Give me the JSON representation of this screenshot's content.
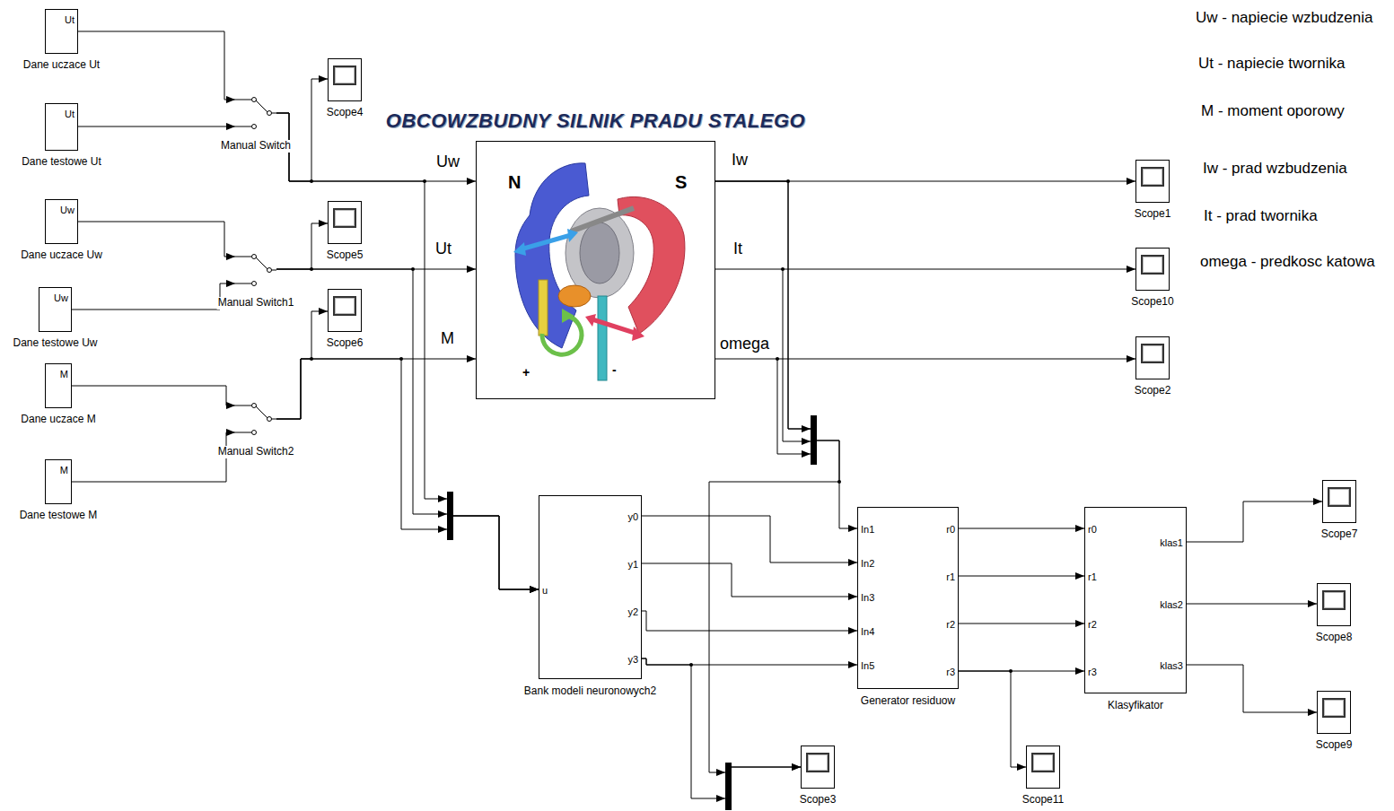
{
  "diagram": {
    "nodes": [
      {
        "text": [
          "Ut",
          "Dane uczace Ut"
        ]
      },
      {
        "text": [
          "Ut",
          "Dane testowe Ut"
        ]
      },
      {
        "text": [
          "Uw",
          "Dane uczace Uw"
        ]
      },
      {
        "text": [
          "Uw",
          "Dane testowe Uw"
        ]
      },
      {
        "text": [
          "M",
          "Dane uczace M"
        ]
      },
      {
        "text": [
          "M",
          "Dane testowe M"
        ]
      },
      {
        "text": [
          "Manual Switch"
        ]
      },
      {
        "text": [
          "Manual Switch1"
        ]
      },
      {
        "text": [
          "Manual Switch2"
        ]
      },
      {
        "text": [
          "Scope4"
        ]
      },
      {
        "text": [
          "Scope5"
        ]
      },
      {
        "text": [
          "Scope6"
        ]
      },
      {
        "text": [
          "OBCOWZBUDNY SILNIK PRADU STALEGO"
        ]
      },
      {
        "text": [
          "Scope1"
        ]
      },
      {
        "text": [
          "Scope10"
        ]
      },
      {
        "text": [
          "Scope2"
        ]
      },
      {
        "text": [
          "u",
          "y0",
          "y1",
          "y2",
          "y3",
          "Bank modeli neuronowych2"
        ]
      },
      {
        "text": [
          "In1",
          "In2",
          "In3",
          "In4",
          "In5",
          "r0",
          "r1",
          "r2",
          "r3",
          "Generator residuow"
        ]
      },
      {
        "text": [
          "r0",
          "r1",
          "r2",
          "r3",
          "klas1",
          "klas2",
          "klas3",
          "Klasyfikator"
        ]
      },
      {
        "text": [
          "Scope7"
        ]
      },
      {
        "text": [
          "Scope8"
        ]
      },
      {
        "text": [
          "Scope9"
        ]
      },
      {
        "text": [
          "Scope3"
        ]
      },
      {
        "text": [
          "Scope11"
        ]
      }
    ],
    "edges": [
      {
        "from": 0,
        "to": 6,
        "arrow": "to"
      },
      {
        "from": 1,
        "to": 6,
        "arrow": "to"
      },
      {
        "from": 2,
        "to": 7,
        "arrow": "to"
      },
      {
        "from": 3,
        "to": 7,
        "arrow": "to"
      },
      {
        "from": 4,
        "to": 8,
        "arrow": "to"
      },
      {
        "from": 5,
        "to": 8,
        "arrow": "to"
      },
      {
        "from": 6,
        "to": 12,
        "label": "Uw",
        "arrow": "to"
      },
      {
        "from": 6,
        "to": 9,
        "arrow": "to"
      },
      {
        "from": 6,
        "to": 16,
        "arrow": "to"
      },
      {
        "from": 7,
        "to": 12,
        "label": "Ut",
        "arrow": "to"
      },
      {
        "from": 7,
        "to": 10,
        "arrow": "to"
      },
      {
        "from": 7,
        "to": 16,
        "arrow": "to"
      },
      {
        "from": 8,
        "to": 12,
        "label": "M",
        "arrow": "to"
      },
      {
        "from": 8,
        "to": 11,
        "arrow": "to"
      },
      {
        "from": 8,
        "to": 16,
        "arrow": "to"
      },
      {
        "from": 12,
        "to": 13,
        "label": "Iw",
        "arrow": "to"
      },
      {
        "from": 12,
        "to": 14,
        "label": "It",
        "arrow": "to"
      },
      {
        "from": 12,
        "to": 15,
        "label": "omega",
        "arrow": "to"
      },
      {
        "from": 12,
        "to": 17,
        "arrow": "to"
      },
      {
        "from": 12,
        "to": 22,
        "arrow": "to"
      },
      {
        "from": 16,
        "to": 17,
        "arrow": "to"
      },
      {
        "from": 16,
        "to": 17,
        "arrow": "to"
      },
      {
        "from": 16,
        "to": 17,
        "arrow": "to"
      },
      {
        "from": 16,
        "to": 17,
        "arrow": "to"
      },
      {
        "from": 16,
        "to": 22,
        "arrow": "to"
      },
      {
        "from": 17,
        "to": 18,
        "arrow": "to"
      },
      {
        "from": 17,
        "to": 18,
        "arrow": "to"
      },
      {
        "from": 17,
        "to": 18,
        "arrow": "to"
      },
      {
        "from": 17,
        "to": 18,
        "arrow": "to"
      },
      {
        "from": 17,
        "to": 23,
        "arrow": "to"
      },
      {
        "from": 18,
        "to": 19,
        "arrow": "to"
      },
      {
        "from": 18,
        "to": 20,
        "arrow": "to"
      },
      {
        "from": 18,
        "to": 21,
        "arrow": "to"
      }
    ],
    "labels": [
      "Uw - napiecie wzbudzenia",
      "Ut - napiecie twornika",
      "M - moment oporowy",
      "Iw - prad wzbudzenia",
      "It - prad twornika",
      "omega - predkosc katowa",
      "N",
      "S",
      "+",
      "-"
    ]
  }
}
